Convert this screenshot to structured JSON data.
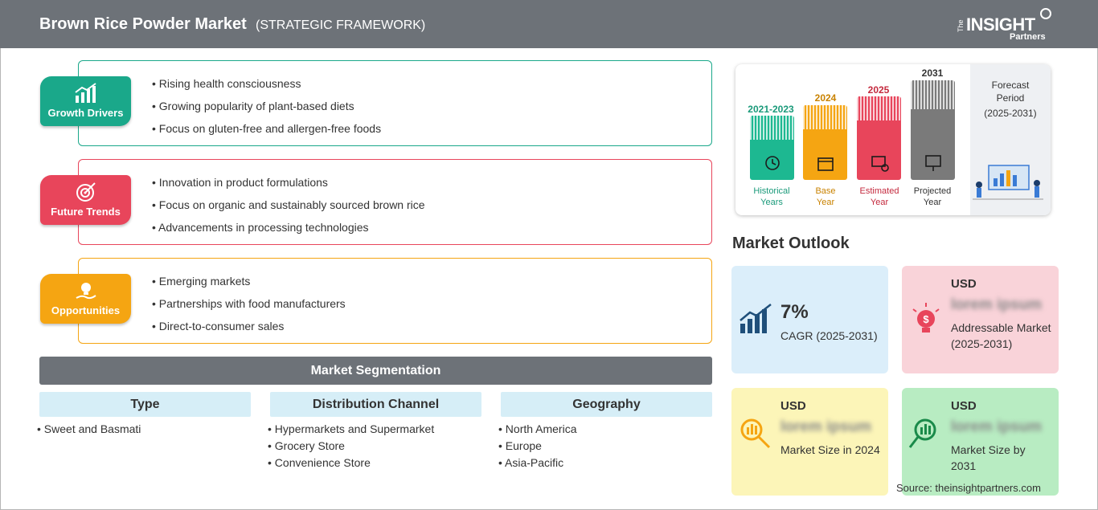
{
  "header": {
    "title": "Brown Rice Powder Market",
    "subtitle": "(STRATEGIC FRAMEWORK)",
    "logo": {
      "the": "The",
      "insight": "INSIGHT",
      "partners": "Partners"
    }
  },
  "cards": [
    {
      "label": "Growth Drivers",
      "color": "#1aa88a",
      "items": [
        "Rising health consciousness",
        "Growing popularity of plant-based diets",
        "Focus on gluten-free and allergen-free foods"
      ]
    },
    {
      "label": "Future Trends",
      "color": "#e8455b",
      "items": [
        "Innovation in product formulations",
        "Focus on organic and sustainably sourced brown rice",
        "Advancements in processing technologies"
      ]
    },
    {
      "label": "Opportunities",
      "color": "#f5a512",
      "items": [
        "Emerging markets",
        "Partnerships with food manufacturers",
        "Direct-to-consumer sales"
      ]
    }
  ],
  "segmentation": {
    "title": "Market Segmentation",
    "columns": [
      {
        "heading": "Type",
        "items": [
          "Sweet and Basmati"
        ]
      },
      {
        "heading": "Distribution Channel",
        "items": [
          "Hypermarkets and Supermarket",
          "Grocery Store",
          "Convenience Store"
        ]
      },
      {
        "heading": "Geography",
        "items": [
          "North America",
          "Europe",
          "Asia-Pacific"
        ]
      }
    ]
  },
  "timeline": {
    "bars": [
      {
        "year": "2021-2023",
        "caption1": "Historical",
        "caption2": "Years",
        "color": "#1db891"
      },
      {
        "year": "2024",
        "caption1": "Base",
        "caption2": "Year",
        "color": "#f5a512"
      },
      {
        "year": "2025",
        "caption1": "Estimated",
        "caption2": "Year",
        "color": "#e8455b"
      },
      {
        "year": "2031",
        "caption1": "Projected",
        "caption2": "Year",
        "color": "#7a7a7a"
      }
    ],
    "forecast": {
      "line1": "Forecast",
      "line2": "Period",
      "line3": "(2025-2031)"
    }
  },
  "outlook": {
    "title": "Market Outlook",
    "cagr": {
      "value": "7%",
      "label": "CAGR (2025-2031)"
    },
    "addressable": {
      "currency": "USD",
      "value": "lorem ipsum",
      "label": "Addressable Market (2025-2031)"
    },
    "size2024": {
      "currency": "USD",
      "value": "lorem ipsum",
      "label": "Market Size in 2024"
    },
    "size2031": {
      "currency": "USD",
      "value": "lorem ipsum",
      "label": "Market Size by 2031"
    }
  },
  "source": "Source: theinsightpartners.com"
}
